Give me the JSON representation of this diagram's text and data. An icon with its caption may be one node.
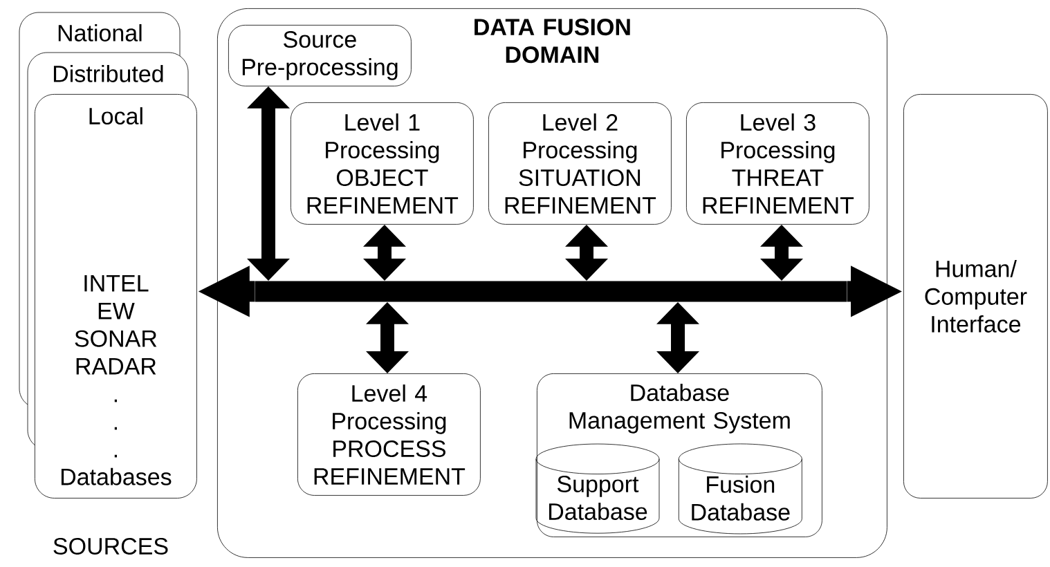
{
  "diagram": {
    "nodes": [
      {
        "text": [
          "National"
        ]
      },
      {
        "text": [
          "Distributed"
        ]
      },
      {
        "text": [
          "Local",
          "INTEL EW SONAR RADAR . . . Databases"
        ]
      },
      {
        "text": [
          "DATA FUSION DOMAIN"
        ]
      },
      {
        "text": [
          "Source Pre-processing"
        ],
        "in": 3
      },
      {
        "text": [
          "Level 1 Processing OBJECT REFINEMENT"
        ],
        "in": 3
      },
      {
        "text": [
          "Level 2 Processing SITUATION REFINEMENT"
        ],
        "in": 3
      },
      {
        "text": [
          "Level 3 Processing THREAT REFINEMENT"
        ],
        "in": 3
      },
      {
        "text": [
          "Level 4 Processing PROCESS REFINEMENT"
        ],
        "in": 3
      },
      {
        "text": [
          "Database Management System"
        ],
        "in": 3
      },
      {
        "text": [
          "Support Database"
        ],
        "in": 9
      },
      {
        "text": [
          "Fusion Database"
        ],
        "in": 9
      },
      {
        "text": [
          "Human/ Computer Interface"
        ]
      },
      {
        "text": [],
        "shape": "bar",
        "in": 3
      }
    ],
    "edges": [
      {
        "from": 13,
        "to": 2,
        "arrow": "to"
      },
      {
        "from": 13,
        "to": 12,
        "arrow": "to"
      },
      {
        "from": 4,
        "to": 13,
        "arrow": "both"
      },
      {
        "from": 5,
        "to": 13,
        "arrow": "both"
      },
      {
        "from": 6,
        "to": 13,
        "arrow": "both"
      },
      {
        "from": 7,
        "to": 13,
        "arrow": "both"
      },
      {
        "from": 8,
        "to": 13,
        "arrow": "both"
      },
      {
        "from": 9,
        "to": 13,
        "arrow": "both"
      }
    ],
    "labels": [
      "SOURCES"
    ]
  }
}
